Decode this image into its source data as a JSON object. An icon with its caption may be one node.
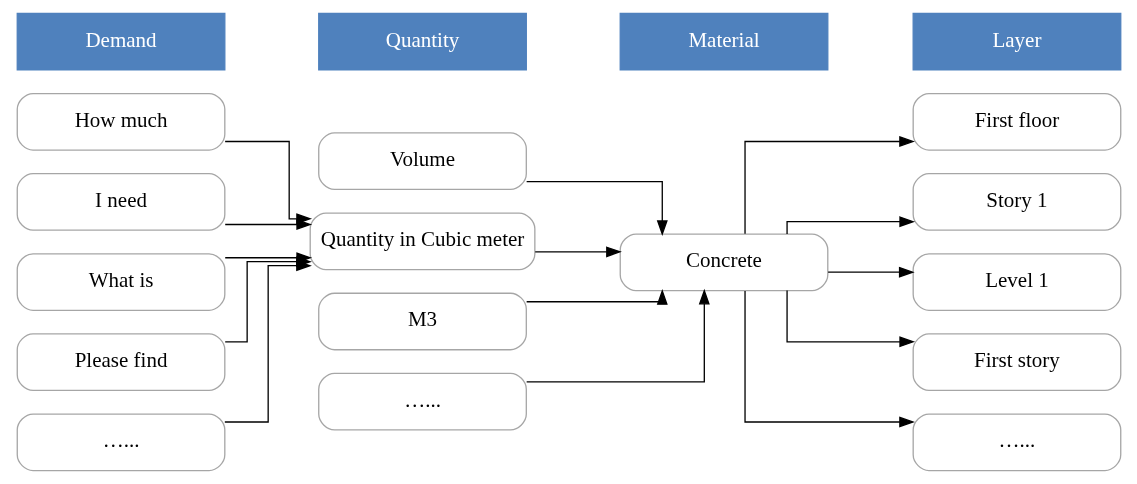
{
  "diagram": {
    "nodes": [
      {
        "text": [
          "Demand"
        ]
      },
      {
        "text": [
          "Quantity"
        ]
      },
      {
        "text": [
          "Material"
        ]
      },
      {
        "text": [
          "Layer"
        ]
      },
      {
        "text": [
          "How much"
        ]
      },
      {
        "text": [
          "I need"
        ]
      },
      {
        "text": [
          "What is"
        ]
      },
      {
        "text": [
          "Please find"
        ]
      },
      {
        "text": [
          "…..."
        ]
      },
      {
        "text": [
          "Volume"
        ]
      },
      {
        "text": [
          "Quantity in Cubic meter"
        ]
      },
      {
        "text": [
          "M3"
        ]
      },
      {
        "text": [
          "…..."
        ]
      },
      {
        "text": [
          "Concrete"
        ]
      },
      {
        "text": [
          "First floor"
        ]
      },
      {
        "text": [
          "Story 1"
        ]
      },
      {
        "text": [
          "Level 1"
        ]
      },
      {
        "text": [
          "First story"
        ]
      },
      {
        "text": [
          "…..."
        ]
      }
    ],
    "edges": [
      {
        "from": 4,
        "to": 10,
        "arrow": "to"
      },
      {
        "from": 5,
        "to": 10,
        "arrow": "to"
      },
      {
        "from": 6,
        "to": 10,
        "arrow": "to"
      },
      {
        "from": 7,
        "to": 10,
        "arrow": "to"
      },
      {
        "from": 8,
        "to": 10,
        "arrow": "to"
      },
      {
        "from": 9,
        "to": 13,
        "arrow": "to"
      },
      {
        "from": 10,
        "to": 13,
        "arrow": "to"
      },
      {
        "from": 11,
        "to": 13,
        "arrow": "to"
      },
      {
        "from": 12,
        "to": 13,
        "arrow": "to"
      },
      {
        "from": 13,
        "to": 14,
        "arrow": "to"
      },
      {
        "from": 13,
        "to": 15,
        "arrow": "to"
      },
      {
        "from": 13,
        "to": 16,
        "arrow": "to"
      },
      {
        "from": 13,
        "to": 17,
        "arrow": "to"
      },
      {
        "from": 13,
        "to": 18,
        "arrow": "to"
      }
    ]
  }
}
